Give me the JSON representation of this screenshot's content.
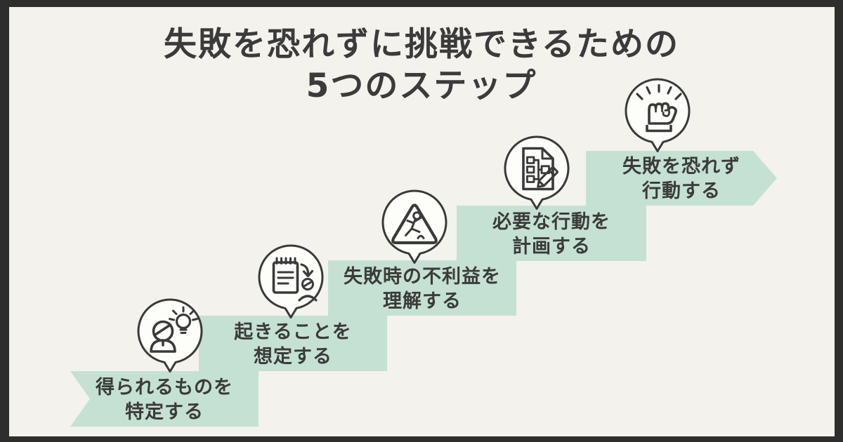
{
  "title": {
    "line1": "失敗を恐れずに挑戦できるための",
    "line2": "5つのステップ"
  },
  "colors": {
    "frame": "#2e2e2e",
    "background": "#f4f2ed",
    "step_fill": "#c5e1d4",
    "ink": "#3b3b3b",
    "bubble_fill": "#fdfdfa"
  },
  "steps": [
    {
      "line1": "得られるものを",
      "line2": "特定する",
      "icon": "idea-person-icon"
    },
    {
      "line1": "起きることを",
      "line2": "想定する",
      "icon": "anticipate-notepad-icon"
    },
    {
      "line1": "失敗時の不利益を",
      "line2": "理解する",
      "icon": "slip-warning-icon"
    },
    {
      "line1": "必要な行動を",
      "line2": "計画する",
      "icon": "plan-document-icon"
    },
    {
      "line1": "失敗を恐れず",
      "line2": "行動する",
      "icon": "fist-icon"
    }
  ]
}
